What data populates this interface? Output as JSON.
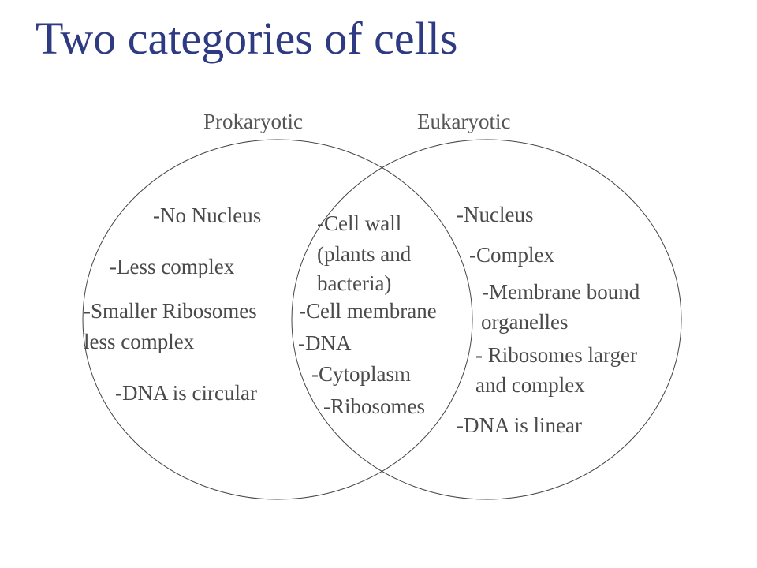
{
  "title": "Two categories of cells",
  "diagram": {
    "sets": [
      {
        "name": "Prokaryotic"
      },
      {
        "name": "Eukaryotic"
      }
    ],
    "prokaryotic_only": [
      "-No Nucleus",
      "-Less complex",
      "-Smaller Ribosomes",
      "less complex",
      "-DNA is circular"
    ],
    "shared": [
      "-Cell wall",
      "(plants and",
      "bacteria)",
      "-Cell membrane",
      "-DNA",
      "-Cytoplasm",
      "-Ribosomes"
    ],
    "eukaryotic_only": [
      "-Nucleus",
      "-Complex",
      "-Membrane bound",
      "organelles",
      "- Ribosomes larger",
      "and complex",
      "-DNA is linear"
    ]
  }
}
